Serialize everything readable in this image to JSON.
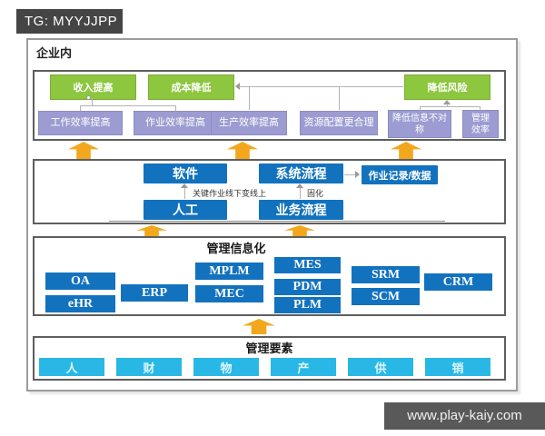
{
  "badge": {
    "text": "TG: MYYJJPP"
  },
  "watermark": {
    "text": "www.play-kaiy.com"
  },
  "diagram": {
    "scope_label": "企业内",
    "benefits": {
      "green": [
        "收入提高",
        "成本降低",
        "降低风险"
      ],
      "purple": [
        "工作效率提高",
        "作业效率提高",
        "生产效率提高",
        "资源配置更合理",
        "降低信息不对称",
        "管理效率"
      ]
    },
    "process": {
      "software": "软件",
      "system_process": "系统流程",
      "work_records": "作业记录/数据",
      "manual": "人工",
      "business_process": "业务流程",
      "label_offline_to_online": "关键作业线下变线上",
      "label_solidify": "固化"
    },
    "informatization": {
      "title": "管理信息化",
      "systems": [
        "OA",
        "eHR",
        "ERP",
        "MPLM",
        "MEC",
        "MES",
        "PDM",
        "PLM",
        "SRM",
        "SCM",
        "CRM"
      ]
    },
    "elements": {
      "title": "管理要素",
      "items": [
        "人",
        "财",
        "物",
        "产",
        "供",
        "销"
      ]
    },
    "colors": {
      "green": "#8dc63f",
      "purple": "#9c9cd2",
      "blue": "#1272be",
      "cyan": "#29b8e5",
      "arrow": "#f2a71e",
      "band_border": "#5e5e5e"
    }
  }
}
